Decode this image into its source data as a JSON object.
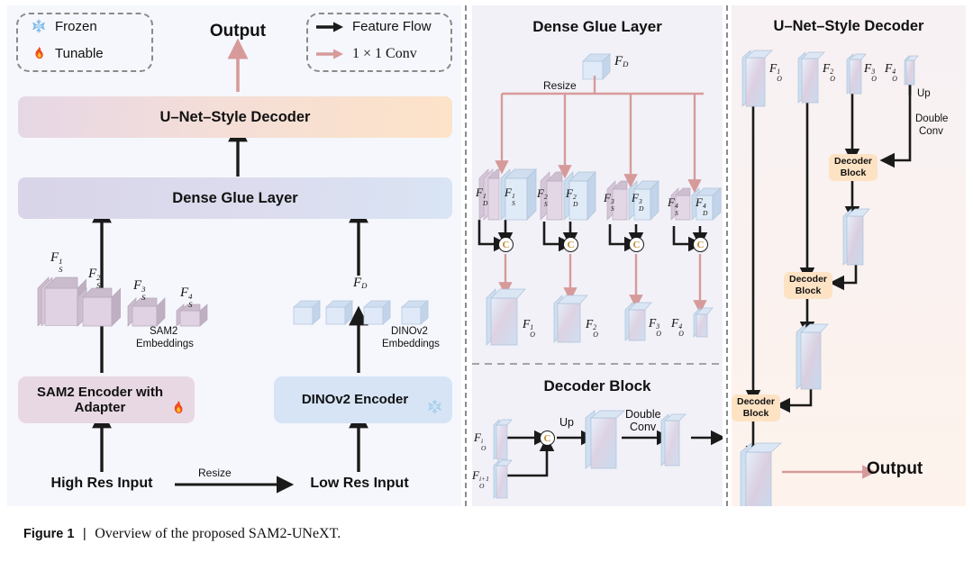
{
  "caption": {
    "figure_number": "Figure 1",
    "separator": "|",
    "text": "Overview of the proposed SAM2-UNeXT."
  },
  "colors": {
    "panel_left_bg": "#f5f7fc",
    "panel_middle_bg": "#f2f1f8",
    "panel_right_bg": "#f7f1f4",
    "feature_flow_arrow": "#1a1a1a",
    "conv_arrow": "#d79a9a",
    "sam_box": "#e8d8e4",
    "dino_box": "#d6e4f6",
    "decoder_block_box": "#fde3c4",
    "sam_feature": "#d8c7d8",
    "dino_feature": "#cfe0f2",
    "fused_feature": "#c9d9ef"
  },
  "legend": {
    "status_items": [
      {
        "icon": "snowflake-icon",
        "label": "Frozen"
      },
      {
        "icon": "fire-icon",
        "label": "Tunable"
      }
    ],
    "arrow_items": [
      {
        "icon": "black-arrow-icon",
        "label": "Feature Flow",
        "color": "#1a1a1a"
      },
      {
        "icon": "pink-arrow-icon",
        "label": "1 × 1 Conv",
        "color": "#d79a9a"
      }
    ]
  },
  "left_panel": {
    "output_label": "Output",
    "decoder_bar": "U–Net–Style Decoder",
    "glue_bar": "Dense Glue Layer",
    "sam_features": [
      {
        "label_base": "F",
        "sub": "S",
        "sup": "1"
      },
      {
        "label_base": "F",
        "sub": "S",
        "sup": "2"
      },
      {
        "label_base": "F",
        "sub": "S",
        "sup": "3"
      },
      {
        "label_base": "F",
        "sub": "S",
        "sup": "4"
      }
    ],
    "sam_embeddings_label": "SAM2\nEmbeddings",
    "sam_embeddings_line1": "SAM2",
    "sam_embeddings_line2": "Embeddings",
    "dino_feature": {
      "label_base": "F",
      "sub": "D"
    },
    "dino_embeddings_line1": "DINOv2",
    "dino_embeddings_line2": "Embeddings",
    "sam_encoder": {
      "line1": "SAM2 Encoder with",
      "line2": "Adapter",
      "icon": "fire-icon"
    },
    "dino_encoder": {
      "line1": "DINOv2 Encoder",
      "icon": "snowflake-icon"
    },
    "high_res_input": "High Res Input",
    "low_res_input": "Low Res Input",
    "resize_label": "Resize"
  },
  "middle_panel": {
    "glue_title": "Dense Glue Layer",
    "glue_source": {
      "label_base": "F",
      "sub": "D"
    },
    "resize_label": "Resize",
    "pairs": [
      {
        "first": {
          "base": "F",
          "sub": "D",
          "sup": "1"
        },
        "second": {
          "base": "F",
          "sub": "S",
          "sup": "1"
        },
        "concat": "C"
      },
      {
        "first": {
          "base": "F",
          "sub": "S",
          "sup": "2"
        },
        "second": {
          "base": "F",
          "sub": "D",
          "sup": "2"
        },
        "concat": "C"
      },
      {
        "first": {
          "base": "F",
          "sub": "S",
          "sup": "3"
        },
        "second": {
          "base": "F",
          "sub": "D",
          "sup": "3"
        },
        "concat": "C"
      },
      {
        "first": {
          "base": "F",
          "sub": "S",
          "sup": "4"
        },
        "second": {
          "base": "F",
          "sub": "D",
          "sup": "4"
        },
        "concat": "C"
      }
    ],
    "outputs": [
      {
        "base": "F",
        "sub": "O",
        "sup": "1"
      },
      {
        "base": "F",
        "sub": "O",
        "sup": "2"
      },
      {
        "base": "F",
        "sub": "O",
        "sup": "3"
      },
      {
        "base": "F",
        "sub": "O",
        "sup": "4"
      }
    ],
    "decoder_block_title": "Decoder Block",
    "db_input_top": {
      "base": "F",
      "sub": "O",
      "sup": "i"
    },
    "db_input_bottom": {
      "base": "F",
      "sub": "O",
      "sup": "i+1"
    },
    "db_concat": "C",
    "db_up_label": "Up",
    "db_doubleconv_line1": "Double",
    "db_doubleconv_line2": "Conv"
  },
  "right_panel": {
    "title": "U–Net–Style Decoder",
    "features": [
      {
        "base": "F",
        "sub": "O",
        "sup": "1"
      },
      {
        "base": "F",
        "sub": "O",
        "sup": "2"
      },
      {
        "base": "F",
        "sub": "O",
        "sup": "3"
      },
      {
        "base": "F",
        "sub": "O",
        "sup": "4"
      }
    ],
    "up_label": "Up",
    "doubleconv_line1": "Double",
    "doubleconv_line2": "Conv",
    "decoder_blocks": [
      {
        "line1": "Decoder",
        "line2": "Block"
      },
      {
        "line1": "Decoder",
        "line2": "Block"
      },
      {
        "line1": "Decoder",
        "line2": "Block"
      }
    ],
    "output_label": "Output"
  }
}
